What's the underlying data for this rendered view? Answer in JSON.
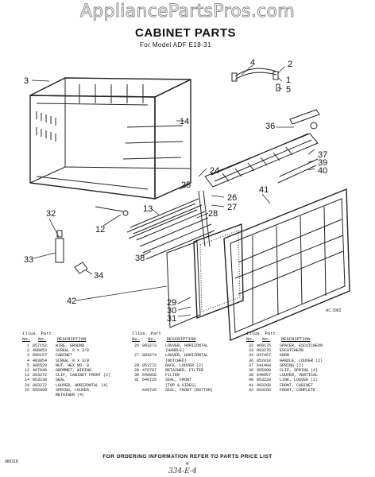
{
  "watermark": "AppliancePartsPros.com",
  "header": {
    "title": "CABINET PARTS",
    "subtitle": "For Model ADF E18-31"
  },
  "diagram": {
    "callouts": [
      "1",
      "2",
      "3",
      "4",
      "5",
      "12",
      "13",
      "14",
      "24",
      "25",
      "26",
      "27",
      "28",
      "29",
      "30",
      "31",
      "32",
      "33",
      "34",
      "35",
      "36",
      "37",
      "38",
      "39",
      "40",
      "41",
      "42"
    ],
    "ref": "AC 3983"
  },
  "table": {
    "headers": {
      "illus": "Illus.",
      "part": "Part",
      "no": "No.",
      "no2": "No.",
      "desc": "DESCRIPTION"
    },
    "col1": [
      {
        "k": "1",
        "p": "857152",
        "d": "WIRE, GROUND"
      },
      {
        "k": "2",
        "p": "488853",
        "d": "SCREW, 8 x 3/8"
      },
      {
        "k": "3",
        "p": "856157",
        "d": "CABINET"
      },
      {
        "k": "4",
        "p": "483854",
        "d": "SCREW, 8 x 3/8"
      },
      {
        "k": "5",
        "p": "486529",
        "d": "NUT, HEX NO. 8"
      },
      {
        "k": "12",
        "p": "467949",
        "d": "GROMMET, WIRING"
      },
      {
        "k": "13",
        "p": "853272",
        "d": "CLIP, CABINET FRONT (2)"
      },
      {
        "k": "14",
        "p": "853230",
        "d": "SEAL"
      },
      {
        "k": "24",
        "p": "993272",
        "d": "LOUVER, HORIZONTAL (4)"
      },
      {
        "k": "25",
        "p": "855998",
        "d": "SPRING, LOUVER"
      },
      {
        "k": "",
        "p": "",
        "d": "RETAINER (4)"
      }
    ],
    "col2": [
      {
        "k": "26",
        "p": "993273",
        "d": "LOUVER, HORIZONTAL"
      },
      {
        "k": "",
        "p": "",
        "d": "(HANDLE)"
      },
      {
        "k": "27",
        "p": "993274",
        "d": "LOUVER, HORIZONTAL"
      },
      {
        "k": "",
        "p": "",
        "d": "(NOTCHED)"
      },
      {
        "k": "28",
        "p": "853772",
        "d": "RACK, LOUVER (2)"
      },
      {
        "k": "29",
        "p": "476707",
        "d": "RETAINER, FILTER"
      },
      {
        "k": "30",
        "p": "649958",
        "d": "FILTER"
      },
      {
        "k": "31",
        "p": "649725",
        "d": "SEAL, FRONT"
      },
      {
        "k": "",
        "p": "",
        "d": "(TOP & SIDES)"
      },
      {
        "k": "",
        "p": "649726",
        "d": "SEAL, FRONT (BOTTOM)"
      }
    ],
    "col3": [
      {
        "k": "32",
        "p": "469175",
        "d": "SPACER, ESCUTCHEON"
      },
      {
        "k": "33",
        "p": "993276",
        "d": "ESCUTCHEON"
      },
      {
        "k": "34",
        "p": "647497",
        "d": "KNOB"
      },
      {
        "k": "36",
        "p": "852010",
        "d": "HANDLE, LOUVER (2)"
      },
      {
        "k": "37",
        "p": "641484",
        "d": "SPRING (2)"
      },
      {
        "k": "38",
        "p": "855999",
        "d": "CLIP, SPRING (4)"
      },
      {
        "k": "39",
        "p": "649957",
        "d": "LOUVER, VERTICAL"
      },
      {
        "k": "40",
        "p": "853229",
        "d": "LINK, LOUVER (2)"
      },
      {
        "k": "41",
        "p": "993269",
        "d": "FRONT, CABINET"
      },
      {
        "k": "42",
        "p": "993266",
        "d": "FRONT, COMPLETE"
      }
    ]
  },
  "footer": {
    "ordering": "FOR ORDERING INFORMATION REFER TO PARTS PRICE LIST",
    "page": "4",
    "docid": "980218",
    "handwritten": "334-E-4"
  }
}
